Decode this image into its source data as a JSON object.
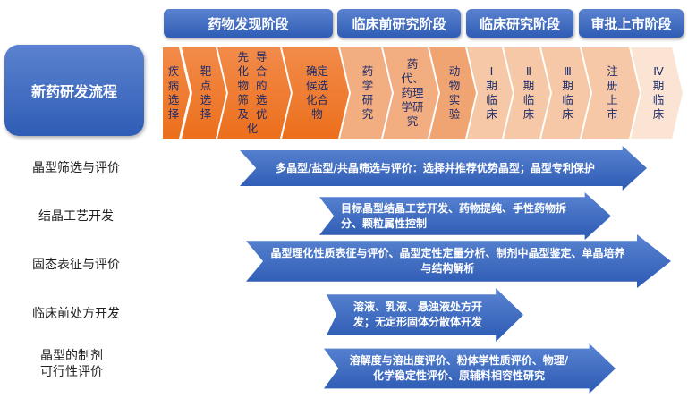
{
  "stages": [
    "药物发现阶段",
    "临床前研究阶段",
    "临床研究阶段",
    "审批上市阶段"
  ],
  "main_title": "新药研发流程",
  "steps": [
    "疾病选择",
    "靶点选择",
    "先导化合物的筛选及优化",
    "确定候选化合物",
    "药学研究",
    "药代、药理学研究",
    "动物实验",
    "Ⅰ期临床",
    "Ⅱ期临床",
    "Ⅲ期临床",
    "注册上市",
    "Ⅳ期临床"
  ],
  "rows": [
    {
      "label": "晶型筛选与评价",
      "desc": "多晶型/盐型/共晶筛选与评价：选择并推荐优势晶型；晶型专利保护"
    },
    {
      "label": "结晶工艺开发",
      "desc": "目标晶型结晶工艺开发、药物提纯、手性药物拆分、颗粒属性控制"
    },
    {
      "label": "固态表征与评价",
      "desc": "晶型理化性质表征与评价、晶型定性定量分析、制剂中晶型鉴定、单晶培养与结构解析"
    },
    {
      "label": "临床前处方开发",
      "desc": "溶液、乳液、悬浊液处方开发；无定形固体分散体开发"
    },
    {
      "label": "晶型的制剂可行性评价",
      "desc": "溶解度与溶出度评价、粉体学性质评价、物理/化学稳定性评价、原辅料相容性研究"
    }
  ]
}
